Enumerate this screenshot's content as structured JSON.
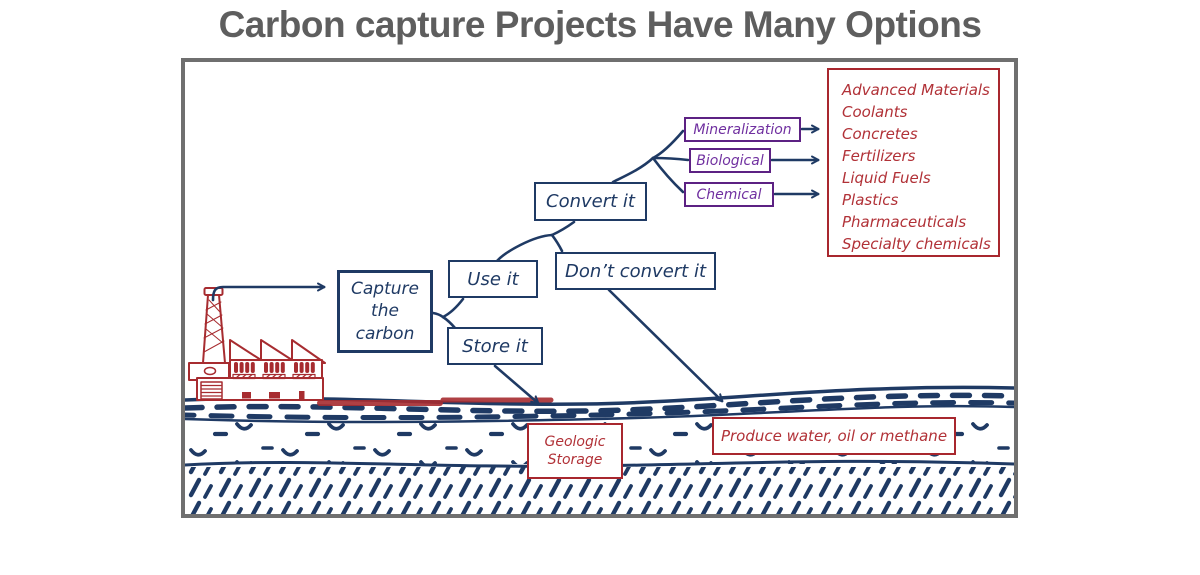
{
  "title": "Carbon capture Projects Have Many Options",
  "colors": {
    "navy": "#1f3a64",
    "purple": "#7030a0",
    "red": "#b13137",
    "frame_gray": "#6f6f6f",
    "title_gray": "#5e5e5e"
  },
  "flowchart": {
    "nodes": {
      "capture": "Capture\nthe\ncarbon",
      "use": "Use it",
      "store": "Store it",
      "convert": "Convert it",
      "dont_convert": "Don’t convert it",
      "mineralization": "Mineralization",
      "biological": "Biological",
      "chemical": "Chemical",
      "geologic_storage": "Geologic\nStorage",
      "produce": "Produce water, oil or methane"
    },
    "products": [
      "Advanced Materials",
      "Coolants",
      "Concretes",
      "Fertilizers",
      "Liquid Fuels",
      "Plastics",
      "Pharmaceuticals",
      "Specialty chemicals"
    ]
  }
}
